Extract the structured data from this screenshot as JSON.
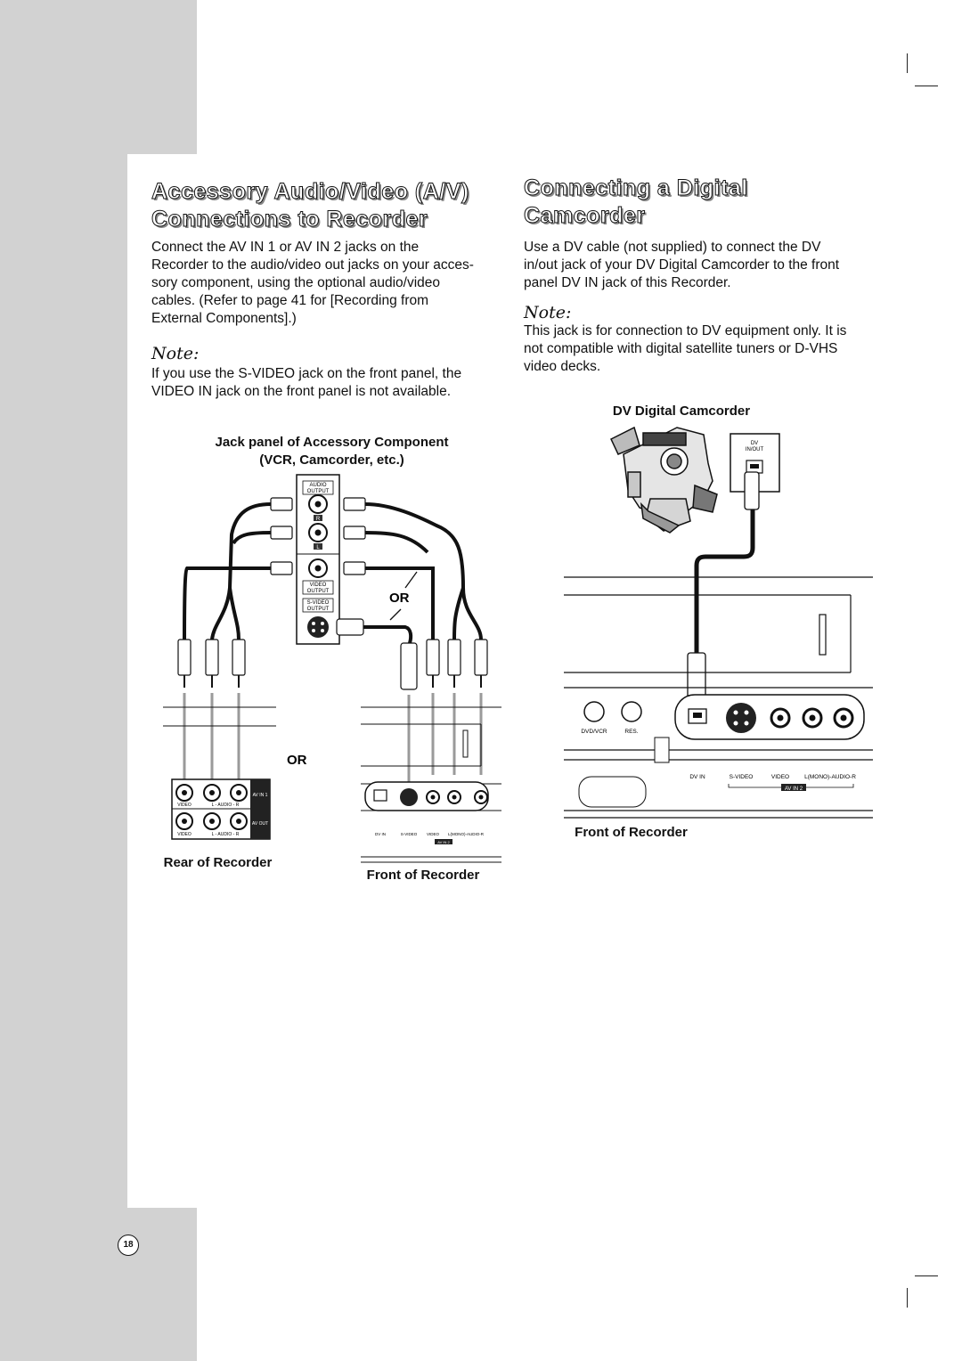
{
  "left": {
    "title_line1": "Accessory Audio/Video (A/V)",
    "title_line2": "Connections to Recorder",
    "body": [
      "Connect the AV IN 1 or AV IN 2 jacks on the",
      "Recorder to the audio/video out jacks on your acces-",
      "sory component, using the optional audio/video",
      "cables. (Refer to page 41 for [Recording from",
      "External Components].)"
    ],
    "note_heading": "Note:",
    "note_body": [
      "If you use the S-VIDEO jack on the front panel, the",
      "VIDEO IN jack on the front panel is not available."
    ],
    "diagram": {
      "heading_line1": "Jack panel of Accessory Component",
      "heading_line2": "(VCR, Camcorder, etc.)",
      "audio_output": [
        "AUDIO",
        "OUTPUT"
      ],
      "jack_r": "R",
      "jack_l": "L",
      "video_output": [
        "VIDEO",
        "OUTPUT"
      ],
      "svideo_output": [
        "S-VIDEO",
        "OUTPUT"
      ],
      "or_upper": "OR",
      "or_lower": "OR",
      "rear_labels": {
        "video": "VIDEO",
        "audio": "L - AUDIO - R",
        "av_in": "AV IN 1",
        "av_out": "AV OUT"
      },
      "front_labels": {
        "dv_in": "DV IN",
        "svideo": "S-VIDEO",
        "video": "VIDEO",
        "audio": "L(MONO)-AUDIO-R",
        "av_in2": "AV IN 2"
      },
      "rear_caption": "Rear of Recorder",
      "front_caption": "Front of Recorder"
    }
  },
  "right": {
    "title_line1": "Connecting a Digital",
    "title_line2": "Camcorder",
    "body": [
      "Use a DV cable (not supplied) to connect the DV",
      "in/out jack of your DV Digital Camcorder to the front",
      "panel DV IN jack of this Recorder."
    ],
    "note_heading": "Note:",
    "note_body": [
      "This jack is for connection to DV equipment only. It is",
      "not compatible with digital satellite tuners or D-VHS",
      "video decks."
    ],
    "diagram": {
      "heading": "DV Digital Camcorder",
      "dv_inout": [
        "DV",
        "IN/OUT"
      ],
      "dvd_vcr": "DVD/VCR",
      "res": "RES.",
      "dv_in": "DV IN",
      "svideo": "S-VIDEO",
      "video": "VIDEO",
      "audio": "L(MONO)-AUDIO-R",
      "av_in2": "AV IN 2",
      "caption": "Front of Recorder"
    }
  },
  "page_number": "18"
}
